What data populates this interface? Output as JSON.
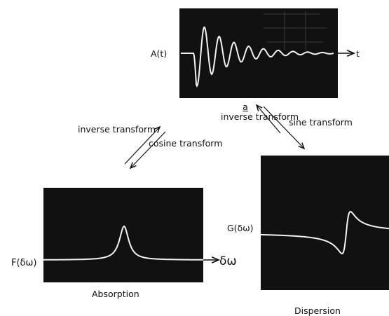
{
  "panels": {
    "time_domain": {
      "signal_label": "A(t)",
      "axis_label": "t"
    },
    "absorption": {
      "signal_label": "F(δω)",
      "axis_label": "δω",
      "caption": "Absorption"
    },
    "dispersion": {
      "signal_label": "G(δω)",
      "caption": "Dispersion"
    }
  },
  "arrows": {
    "left_up": "inverse transform",
    "left_down": "cosine transform",
    "center_letter": "a",
    "center_up": "inverse transform",
    "right_down": "sine transform"
  },
  "colors": {
    "screen": "#111111",
    "trace": "#f2f2f2"
  }
}
